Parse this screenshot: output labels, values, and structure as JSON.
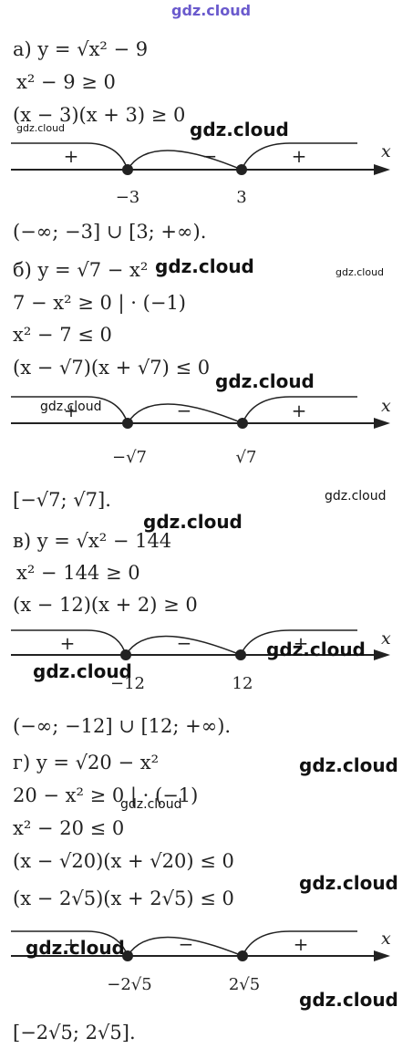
{
  "watermark": {
    "text": "gdz.cloud"
  },
  "part_a": {
    "lines": [
      "а) y = √x² − 9",
      "x² − 9 ≥ 0",
      "(x − 3)(x + 3) ≥ 0"
    ],
    "signs": [
      "+",
      "−",
      "+"
    ],
    "points": [
      "−3",
      "3"
    ],
    "axis": "x",
    "answer": "(−∞; −3] ∪ [3; +∞)."
  },
  "part_b": {
    "lines": [
      "б) y = √7 − x²",
      "7 − x² ≥ 0   | · (−1)",
      "x² − 7 ≤ 0",
      "(x − √7)(x + √7) ≤ 0"
    ],
    "signs": [
      "+",
      "−",
      "+"
    ],
    "points": [
      "−√7",
      "√7"
    ],
    "axis": "x",
    "answer": "[−√7;   √7]."
  },
  "part_v": {
    "lines": [
      "в) y = √x² − 144",
      "x² − 144 ≥ 0",
      "(x − 12)(x + 2) ≥ 0"
    ],
    "signs": [
      "+",
      "−",
      "+"
    ],
    "points": [
      "−12",
      "12"
    ],
    "axis": "x",
    "answer": "(−∞; −12] ∪ [12; +∞)."
  },
  "part_g": {
    "lines": [
      "г) y = √20 − x²",
      "20 − x² ≥ 0      | · (−1)",
      "x² − 20 ≤ 0",
      "(x − √20)(x + √20) ≤ 0",
      "(x − 2√5)(x + 2√5) ≤ 0"
    ],
    "signs": [
      "+",
      "−",
      "+"
    ],
    "points": [
      "−2√5",
      "2√5"
    ],
    "axis": "x",
    "answer": "[−2√5; 2√5]."
  }
}
